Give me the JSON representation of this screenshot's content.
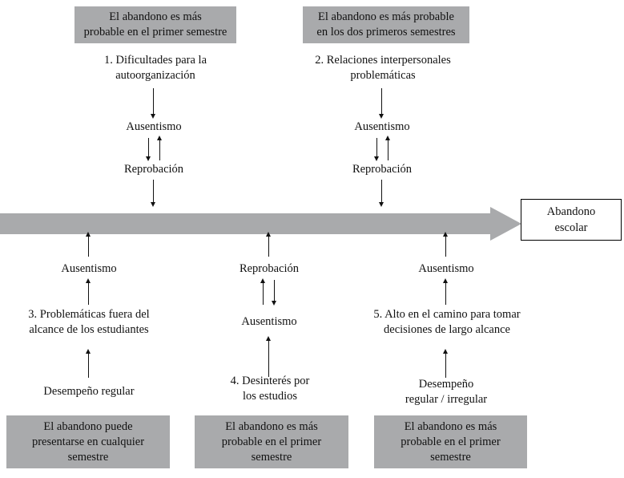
{
  "diagram": {
    "title_semantic": "rutas-de-abandono-escolar",
    "colors": {
      "gray_fill": "#a9aaac",
      "text": "#111111",
      "arrow": "#111111",
      "box_border": "#000000"
    },
    "outcome_box": {
      "text": "Abandono\nescolar"
    },
    "top_banners": [
      {
        "text": "El abandono es más\nprobable en el primer semestre"
      },
      {
        "text": "El abandono es más probable\nen los dos primeros semestres"
      }
    ],
    "bottom_banners": [
      {
        "text": "El abandono puede\npresentarse en cualquier\nsemestre"
      },
      {
        "text": "El abandono es más\nprobable en el primer\nsemestre"
      },
      {
        "text": "El abandono es más\nprobable en el primer\nsemestre"
      }
    ],
    "paths": [
      {
        "id": "path-1",
        "cause": "1. Dificultades para la\nautoorganización",
        "step_a": "Ausentismo",
        "step_b": "Reprobación"
      },
      {
        "id": "path-2",
        "cause": "2. Relaciones interpersonales\nproblemáticas",
        "step_a": "Ausentismo",
        "step_b": "Reprobación"
      },
      {
        "id": "path-3",
        "step_top": "Ausentismo",
        "cause": "3. Problemáticas fuera del\nalcance de los estudiantes",
        "origin": "Desempeño regular"
      },
      {
        "id": "path-4",
        "step_top": "Reprobación",
        "step_mid": "Ausentismo",
        "cause": "4. Desinterés por\nlos estudios"
      },
      {
        "id": "path-5",
        "step_top": "Ausentismo",
        "cause": "5. Alto en el camino para tomar\ndecisiones de largo alcance",
        "origin": "Desempeño\nregular / irregular"
      }
    ]
  }
}
